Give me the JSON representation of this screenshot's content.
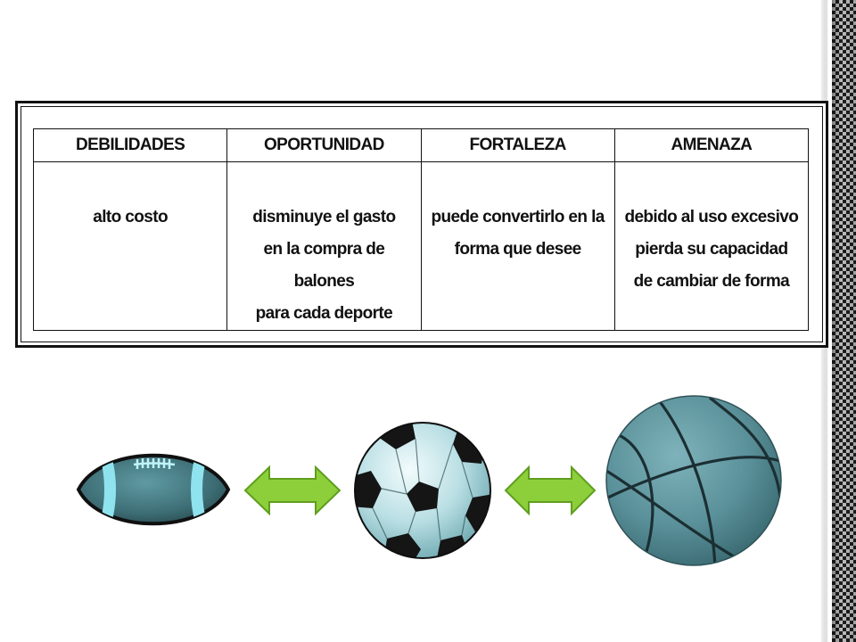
{
  "swot": {
    "headers": [
      "DEBILIDADES",
      "OPORTUNIDAD",
      "FORTALEZA",
      "AMENAZA"
    ],
    "cells": [
      "alto costo",
      "disminuye el gasto\nen la compra de balones\npara cada deporte",
      "puede convertirlo en la\nforma que desee",
      "debido al uso excesivo\npierda su capacidad\nde cambiar de forma"
    ]
  },
  "illustration": {
    "items": [
      "football-icon",
      "double-arrow-icon",
      "soccer-ball-icon",
      "double-arrow-icon",
      "basketball-icon"
    ],
    "colors": {
      "ball_tint": "#4f8a93",
      "ball_dark": "#2e4e54",
      "stripe": "#8fe3ef",
      "arrow_fill": "#8ccf3a",
      "arrow_stroke": "#5f9e1e"
    }
  }
}
